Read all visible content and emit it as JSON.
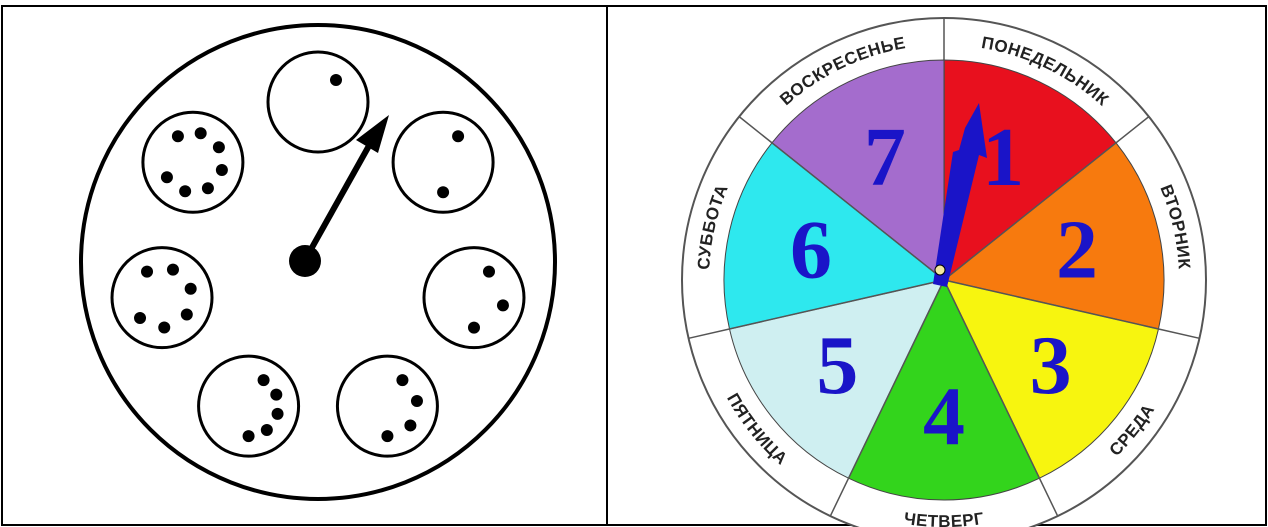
{
  "left_panel": {
    "dials": [
      {
        "dots": 1
      },
      {
        "dots": 2
      },
      {
        "dots": 3
      },
      {
        "dots": 4
      },
      {
        "dots": 5
      },
      {
        "dots": 6
      },
      {
        "dots": 7
      }
    ]
  },
  "right_panel": {
    "segments": [
      {
        "number": "1",
        "day": "ПОНЕДЕЛЬНИК",
        "color": "#e8101e"
      },
      {
        "number": "2",
        "day": "ВТОРНИК",
        "color": "#f77a0e"
      },
      {
        "number": "3",
        "day": "СРЕДА",
        "color": "#f7f50f"
      },
      {
        "number": "4",
        "day": "ЧЕТВЕРГ",
        "color": "#33d41c"
      },
      {
        "number": "5",
        "day": "ПЯТНИЦА",
        "color": "#cfeff1"
      },
      {
        "number": "6",
        "day": "СУББОТА",
        "color": "#2ee8ee"
      },
      {
        "number": "7",
        "day": "ВОСКРЕСЕНЬЕ",
        "color": "#a46ccd"
      }
    ],
    "hand_color": "#1a14c8"
  }
}
